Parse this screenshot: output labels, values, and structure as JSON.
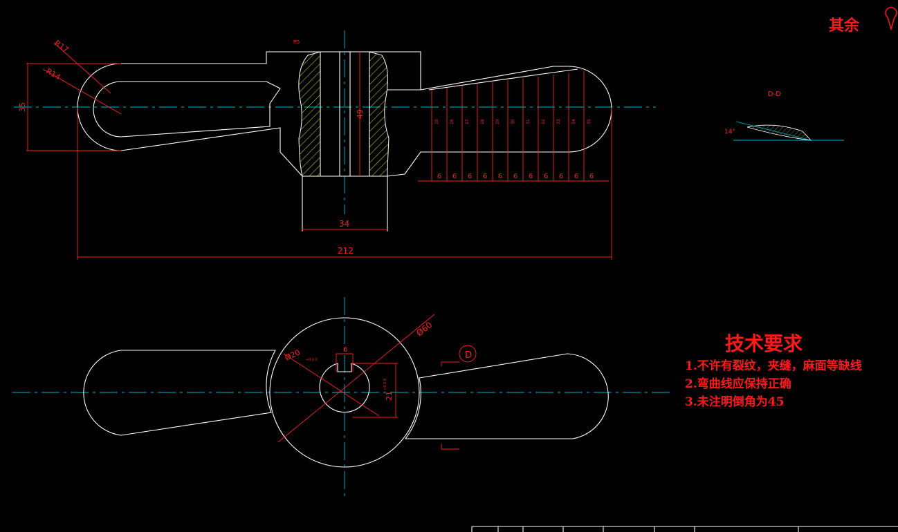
{
  "roughness": {
    "label": "其余"
  },
  "section": {
    "title": "D-D",
    "angle": "14°"
  },
  "dims": {
    "r17": "R17",
    "r14": "R14",
    "h35": "35",
    "v49": "49",
    "w34": "34",
    "total212": "212",
    "d60": "Ø60",
    "d20": "Ø20",
    "tol20": "+0.1 0",
    "k6": "6",
    "h21": "21",
    "tol21": "+0.2 0",
    "hole_mark": "D",
    "chamfer": "R5",
    "pitch": [
      "6",
      "6",
      "6",
      "6",
      "6",
      "6",
      "6",
      "6",
      "6",
      "6",
      "6"
    ],
    "sections": [
      "25",
      "26",
      "27",
      "28",
      "29",
      "30",
      "31",
      "32",
      "33",
      "34",
      "35"
    ]
  },
  "tech": {
    "title": "技术要求",
    "items": [
      "1.不许有裂纹，夹缝，麻面等缺线",
      "2.弯曲线应保持正确",
      "3.未注明倒角为45"
    ]
  },
  "colors": {
    "outline": "#ffffff",
    "dimension": "#ff2020",
    "centerline": "#00bcd4",
    "hatch": "#e6e600",
    "note": "#ff1a1a"
  }
}
